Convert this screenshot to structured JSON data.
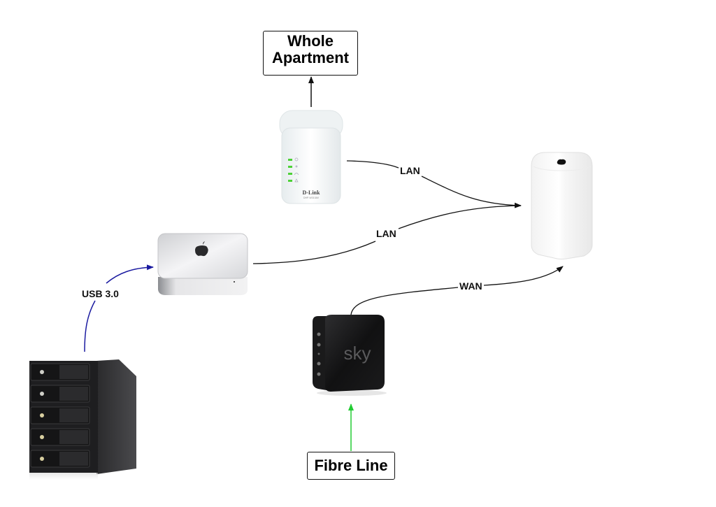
{
  "diagram": {
    "type": "network-diagram",
    "nodes": [
      {
        "id": "whole-apartment",
        "label_line1": "Whole",
        "label_line2": "Apartment",
        "kind": "text-box"
      },
      {
        "id": "powerline-adapter",
        "label": "D-Link",
        "model": "DHP-W310AV",
        "kind": "device"
      },
      {
        "id": "airport-extreme",
        "kind": "device",
        "icon": "apple-icon"
      },
      {
        "id": "mac-mini",
        "kind": "device",
        "icon": "apple-icon"
      },
      {
        "id": "raid-enclosure",
        "kind": "device",
        "bays": 5
      },
      {
        "id": "sky-router",
        "label": "sky",
        "kind": "device"
      },
      {
        "id": "fibre-line",
        "label": "Fibre Line",
        "kind": "text-box"
      }
    ],
    "edges": [
      {
        "from": "powerline-adapter",
        "to": "whole-apartment",
        "label": "",
        "color": "#111111"
      },
      {
        "from": "powerline-adapter",
        "to": "airport-extreme",
        "label": "LAN",
        "color": "#111111"
      },
      {
        "from": "mac-mini",
        "to": "airport-extreme",
        "label": "LAN",
        "color": "#111111"
      },
      {
        "from": "sky-router",
        "to": "airport-extreme",
        "label": "WAN",
        "color": "#111111"
      },
      {
        "from": "raid-enclosure",
        "to": "mac-mini",
        "label": "USB 3.0",
        "color": "#1a1aa0"
      },
      {
        "from": "fibre-line",
        "to": "sky-router",
        "label": "",
        "color": "#22cc33"
      }
    ]
  },
  "labels": {
    "whole_line1": "Whole",
    "whole_line2": "Apartment",
    "fibre": "Fibre Line",
    "lan1": "LAN",
    "lan2": "LAN",
    "wan": "WAN",
    "usb": "USB 3.0",
    "dlink": "D-Link",
    "dlink_model": "DHP-W310AV",
    "sky": "sky"
  },
  "colors": {
    "usb_edge": "#1a1aa0",
    "fibre_edge": "#22cc33",
    "edge": "#111111",
    "led_green": "#4cd137"
  }
}
